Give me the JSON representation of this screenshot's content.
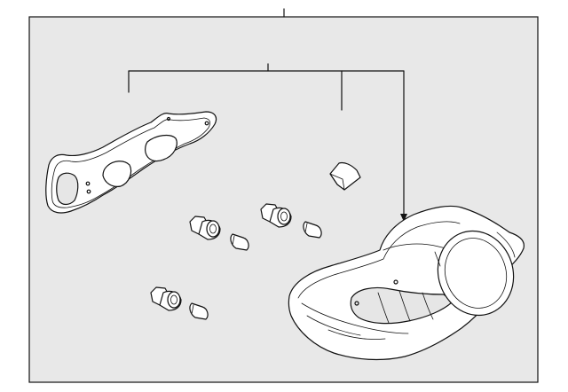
{
  "diagram": {
    "colors": {
      "panel_fill": "#e8e8e8",
      "line": "#111111",
      "part_fill": "#ffffff"
    },
    "parts": [
      {
        "name": "mounting-gasket"
      },
      {
        "name": "bulb-socket-upper"
      },
      {
        "name": "bulb-upper"
      },
      {
        "name": "bulb-socket-middle"
      },
      {
        "name": "bulb-middle"
      },
      {
        "name": "bulb-socket-lower"
      },
      {
        "name": "bulb-lower"
      },
      {
        "name": "socket-cap"
      },
      {
        "name": "tail-lamp-housing"
      }
    ]
  }
}
